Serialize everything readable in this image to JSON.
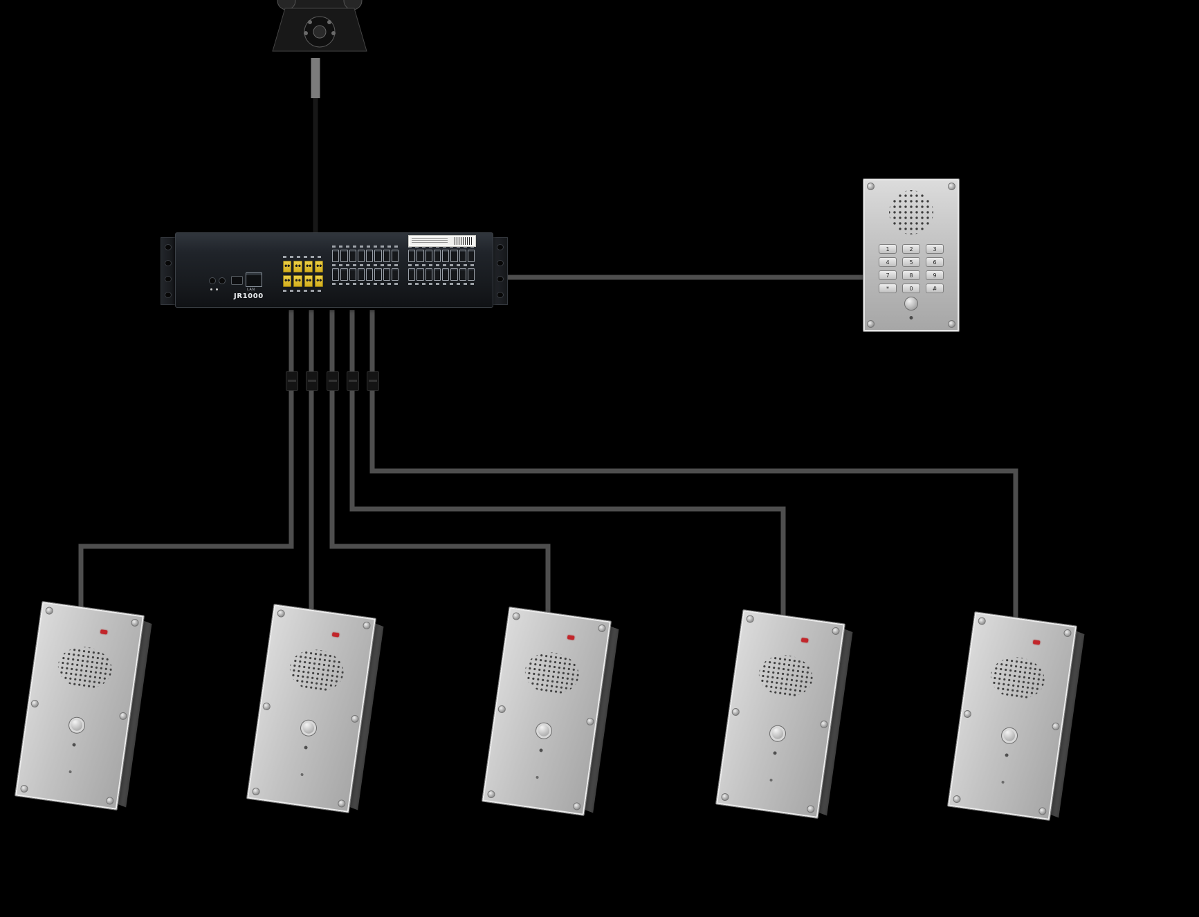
{
  "colors": {
    "bg": "#000000",
    "line": "#4e4e4e",
    "steel_light": "#dcdcdc",
    "steel_dark": "#a6a6a6",
    "yellow": "#edcf45",
    "led_red": "#c2262b"
  },
  "pbx": {
    "model": "JR1000",
    "lan_label": "LAN"
  },
  "door_station": {
    "keys": [
      "1",
      "2",
      "3",
      "4",
      "5",
      "6",
      "7",
      "8",
      "9",
      "*",
      "0",
      "#"
    ]
  },
  "speaker_panels": {
    "count": 5
  }
}
